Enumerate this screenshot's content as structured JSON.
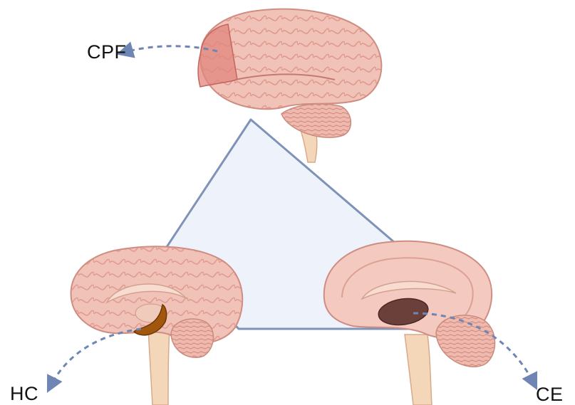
{
  "labels": {
    "top": "CPF",
    "bottom_left": "HC",
    "bottom_right": "CE"
  },
  "colors": {
    "triangle_fill": "#eef3fb",
    "triangle_stroke": "#7f93b8",
    "arrow": "#6f86b5",
    "brain_tissue": "#f1c2b7",
    "brain_gyri_line": "#d98c82",
    "prefrontal_highlight": "#e2857d",
    "hippocampus": "#a2570f",
    "cerebellar_nucleus": "#6b3f3a",
    "brainstem": "#f4d6b9"
  }
}
